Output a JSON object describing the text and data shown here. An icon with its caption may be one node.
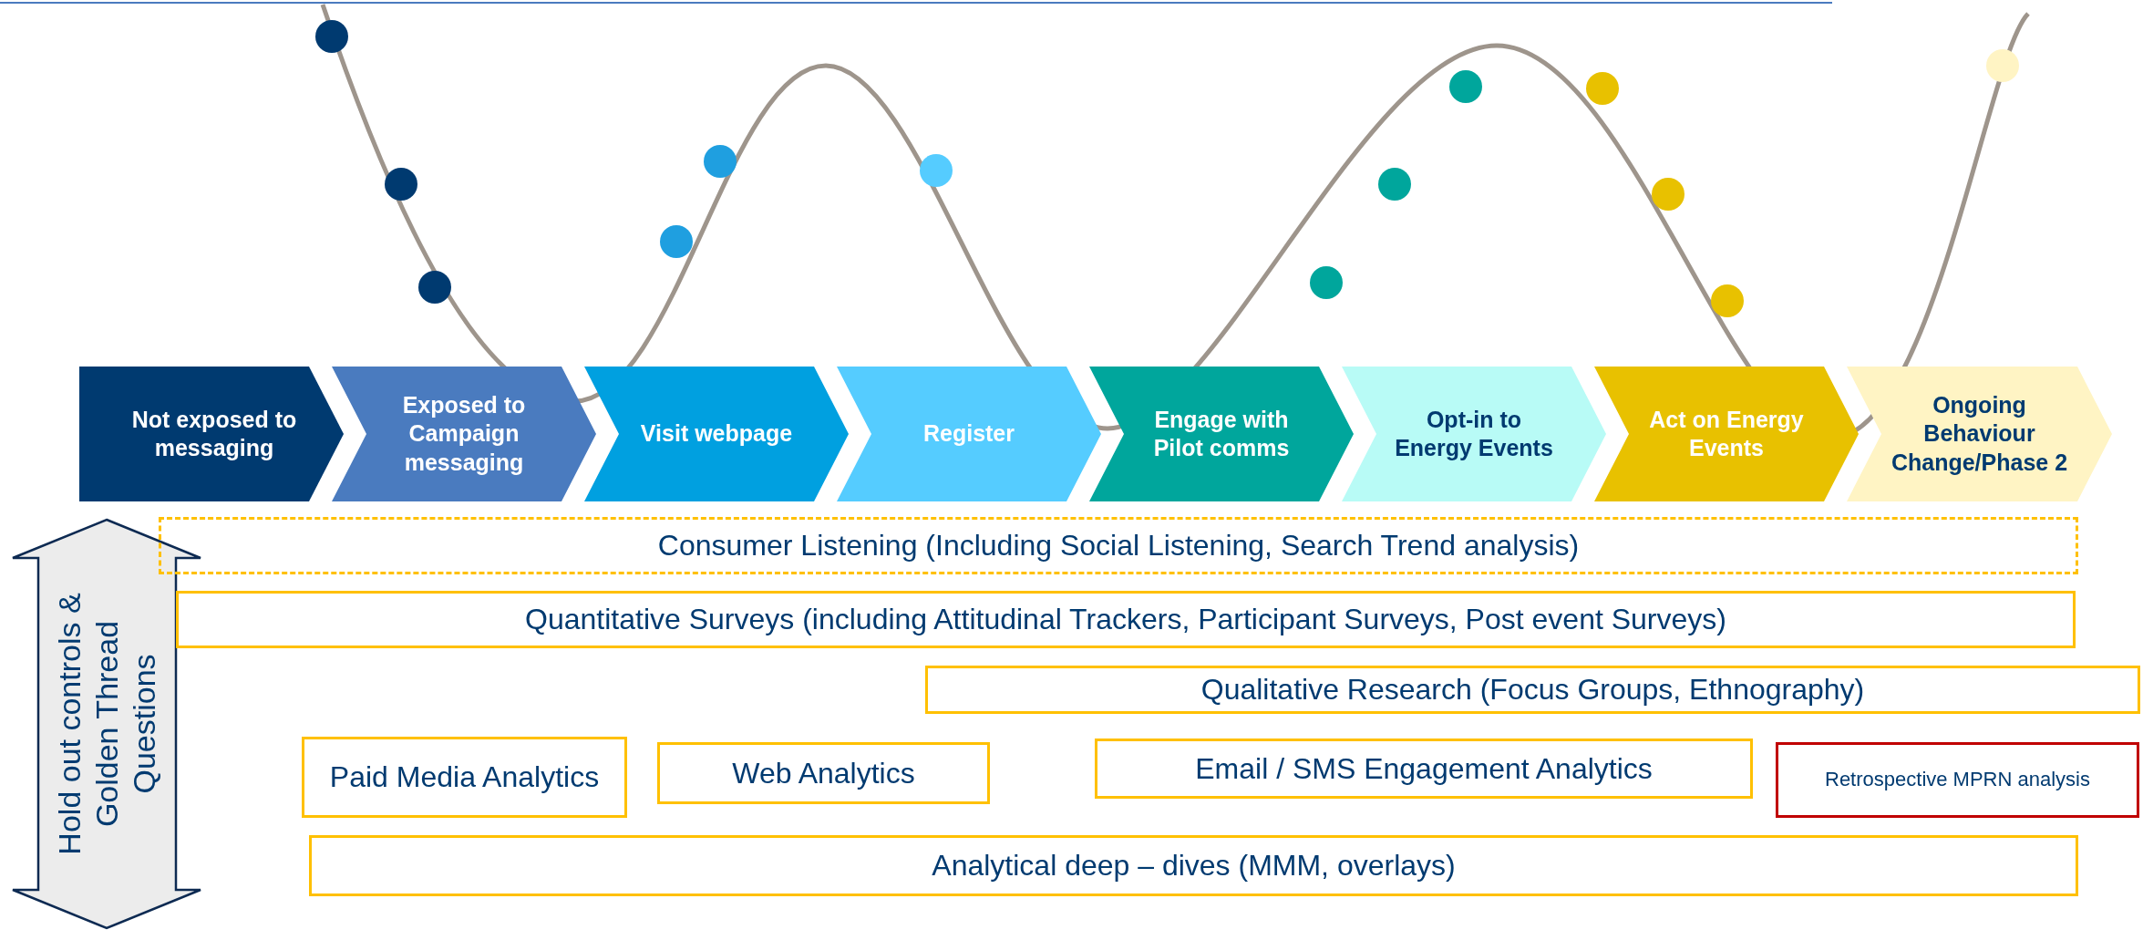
{
  "diagram": {
    "nodes": [
      {
        "text": [
          "Not exposed to messaging"
        ]
      },
      {
        "text": [
          "Exposed to Campaign messaging"
        ]
      },
      {
        "text": [
          "Visit webpage"
        ]
      },
      {
        "text": [
          "Register"
        ]
      },
      {
        "text": [
          "Engage with Pilot comms"
        ]
      },
      {
        "text": [
          "Opt-in to Energy Events"
        ]
      },
      {
        "text": [
          "Act on Energy Events"
        ]
      },
      {
        "text": [
          "Ongoing Behaviour Change/Phase 2"
        ]
      },
      {
        "text": [
          "Hold out controls & Golden Thread Questions"
        ]
      },
      {
        "text": [
          "Consumer Listening (Including Social Listening, Search Trend analysis)"
        ]
      },
      {
        "text": [
          "Quantitative Surveys (including Attitudinal Trackers, Participant Surveys, Post event Surveys)"
        ]
      },
      {
        "text": [
          "Qualitative Research (Focus Groups, Ethnography)"
        ]
      },
      {
        "text": [
          "Paid Media Analytics"
        ]
      },
      {
        "text": [
          "Web Analytics"
        ]
      },
      {
        "text": [
          "Email / SMS Engagement Analytics"
        ]
      },
      {
        "text": [
          "Retrospective MPRN analysis"
        ]
      },
      {
        "text": [
          "Analytical deep – dives (MMM, overlays)"
        ]
      }
    ]
  }
}
